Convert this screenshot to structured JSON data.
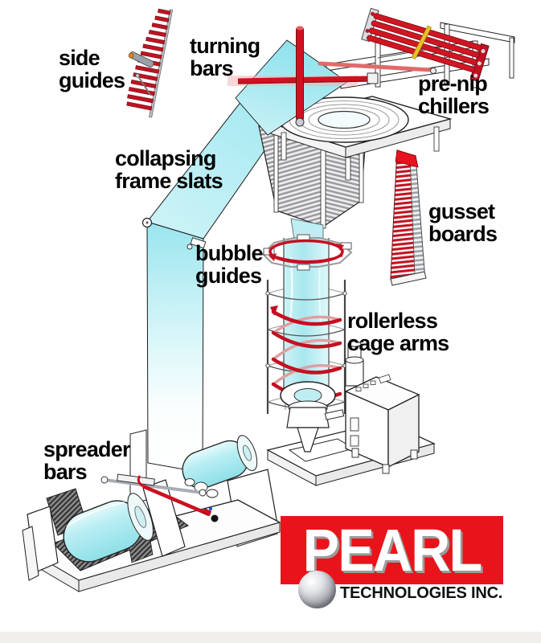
{
  "diagram": {
    "subject": "blown film line components",
    "labels": {
      "side_guides": {
        "line1": "side",
        "line2": "guides"
      },
      "turning_bars": {
        "line1": "turning",
        "line2": "bars"
      },
      "pre_nip_chillers": {
        "line1": "pre-nip",
        "line2": "chillers"
      },
      "collapsing_frame_slats": {
        "line1": "collapsing",
        "line2": "frame slats"
      },
      "bubble_guides": {
        "line1": "bubble",
        "line2": "guides"
      },
      "gusset_boards": {
        "line1": "gusset",
        "line2": "boards"
      },
      "rollerless_cage_arms": {
        "line1": "rollerless",
        "line2": "cage arms"
      },
      "spreader_bars": {
        "line1": "spreader",
        "line2": "bars"
      }
    }
  },
  "logo": {
    "name": "PEARL",
    "subtitle": "TECHNOLOGIES INC."
  },
  "colors": {
    "machine_red": "#cb1220",
    "logo_red": "#e9141b",
    "film_cyan": "#9ae5ee",
    "slat_gray": "#98989e",
    "label_black": "#000000",
    "pearl_silver": "#c7c9cf"
  }
}
